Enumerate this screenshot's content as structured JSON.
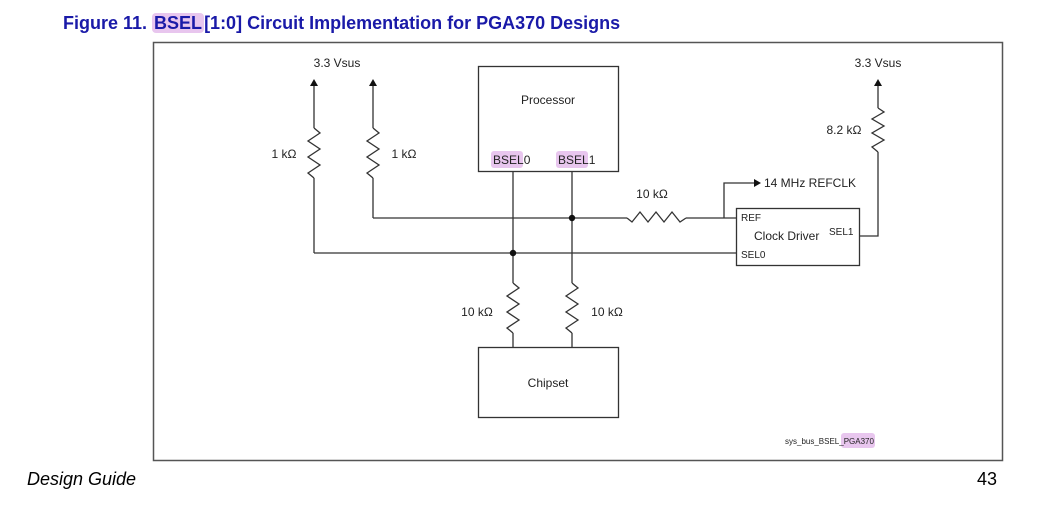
{
  "figure": {
    "prefix": "Figure 11. ",
    "highlighted": "BSEL",
    "suffix": "[1:0] Circuit Implementation for PGA370 Designs",
    "highlight_color": "#e8c6ee",
    "title_color": "#1a1aa8"
  },
  "diagram": {
    "supply_left": "3.3 Vsus",
    "supply_right": "3.3 Vsus",
    "r_pullup_1": "1 kΩ",
    "r_pullup_2": "1 kΩ",
    "r_pullup_3": "8.2 kΩ",
    "r_series": "10 kΩ",
    "r_chipset_1": "10 kΩ",
    "r_chipset_2": "10 kΩ",
    "processor": {
      "label": "Processor",
      "pin0_hl": "BSEL",
      "pin0_suffix": "0",
      "pin1_hl": "BSEL",
      "pin1_suffix": "1"
    },
    "clock_driver": {
      "label": "Clock Driver",
      "ref": "REF",
      "sel0": "SEL0",
      "sel1": "SEL1"
    },
    "refclk": "14 MHz REFCLK",
    "chipset": "Chipset",
    "file_id_prefix": "sys_bus_BSEL_",
    "file_id_hl": "PGA370"
  },
  "footer": {
    "left": "Design Guide",
    "page": "43"
  }
}
